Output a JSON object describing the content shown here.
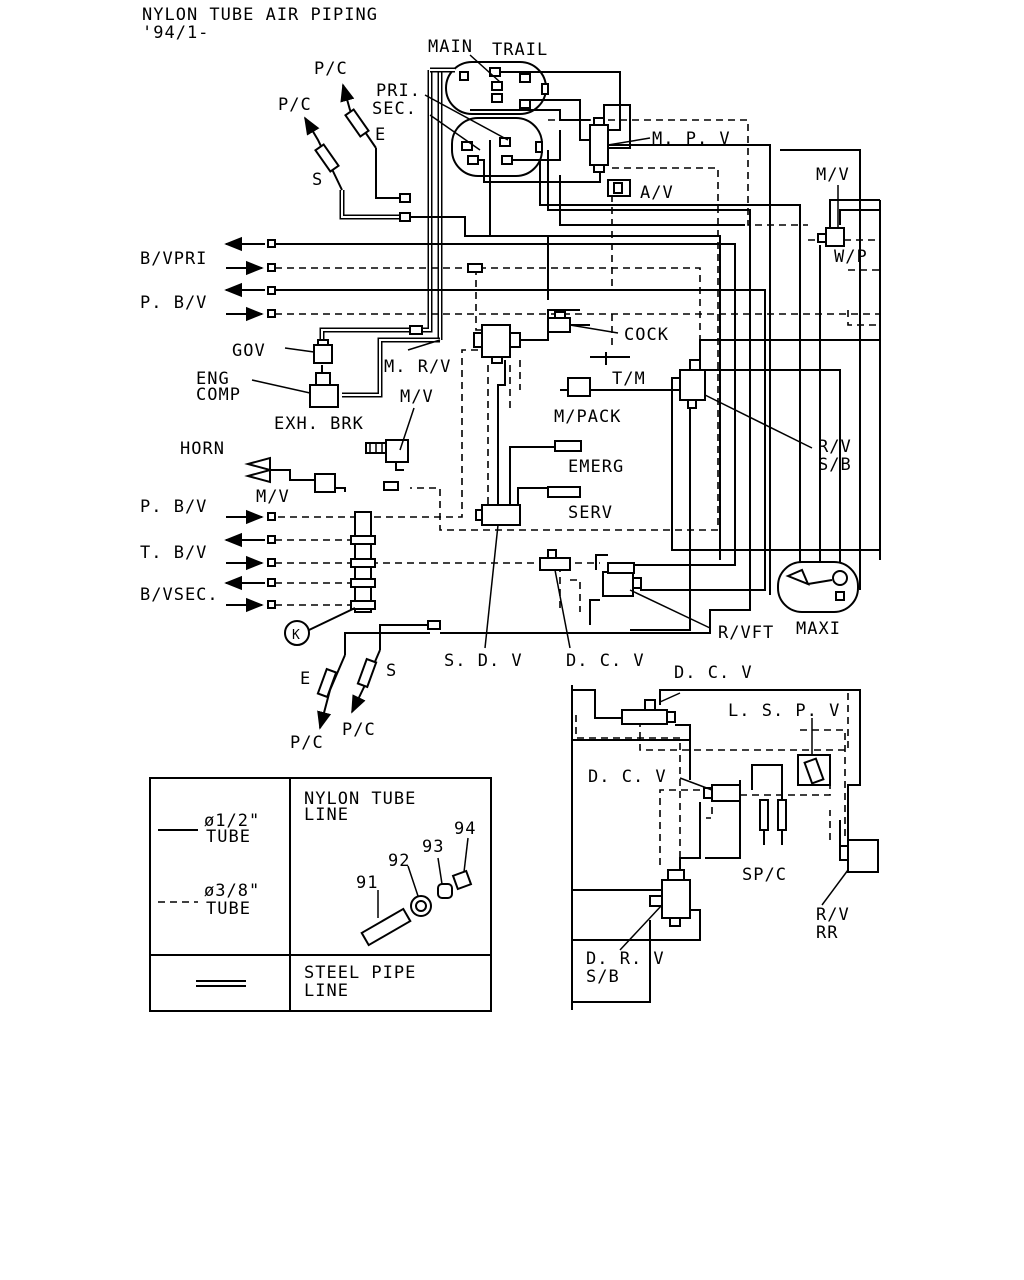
{
  "title": "NYLON TUBE AIR PIPING",
  "subtitle": "'94/1-",
  "labels": {
    "main": "MAIN",
    "trail": "TRAIL",
    "pri": "PRI.",
    "sec": "SEC.",
    "pc1": "P/C",
    "pc2": "P/C",
    "e_top": "E",
    "s_top": "S",
    "mpv": "M. P. V",
    "av": "A/V",
    "mv_top": "M/V",
    "wp": "W/P",
    "bvpri": "B/VPRI",
    "pbv_top": "P. B/V",
    "gov": "GOV",
    "cock": "COCK",
    "mrv": "M. R/V",
    "eng": "ENG",
    "comp": "COMP",
    "tm": "T/M",
    "exh_brk": "EXH. BRK",
    "mpack": "M/PACK",
    "mv_mid": "M/V",
    "horn": "HORN",
    "mv_horn": "M/V",
    "emerg": "EMERG",
    "serv": "SERV",
    "rv_sb1": "R/V",
    "rv_sb2": "S/B",
    "pbv_mid": "P. B/V",
    "tbv": "T. B/V",
    "bvsec": "B/VSEC.",
    "k": "K",
    "rvft": "R/VFT",
    "maxi": "MAXI",
    "sdv": "S. D. V",
    "dcv_bottom": "D. C. V",
    "e_bot": "E",
    "s_bot": "S",
    "pc3": "P/C",
    "pc4": "P/C",
    "dcv_r1": "D. C. V",
    "lspv": "L. S. P. V",
    "dcv_r2": "D. C. V",
    "spc": "SP/C",
    "rv_rr1": "R/V",
    "rv_rr2": "RR",
    "drv1": "D. R. V",
    "drv2": "S/B"
  },
  "legend": {
    "nylon1": "NYLON TUBE",
    "nylon2": "LINE",
    "half_size": "ø1/2\"",
    "half_tube": "TUBE",
    "three_eighth_size": "ø3/8\"",
    "three_eighth_tube": "TUBE",
    "steel1": "STEEL PIPE",
    "steel2": "LINE",
    "p91": "91",
    "p92": "92",
    "p93": "93",
    "p94": "94"
  }
}
